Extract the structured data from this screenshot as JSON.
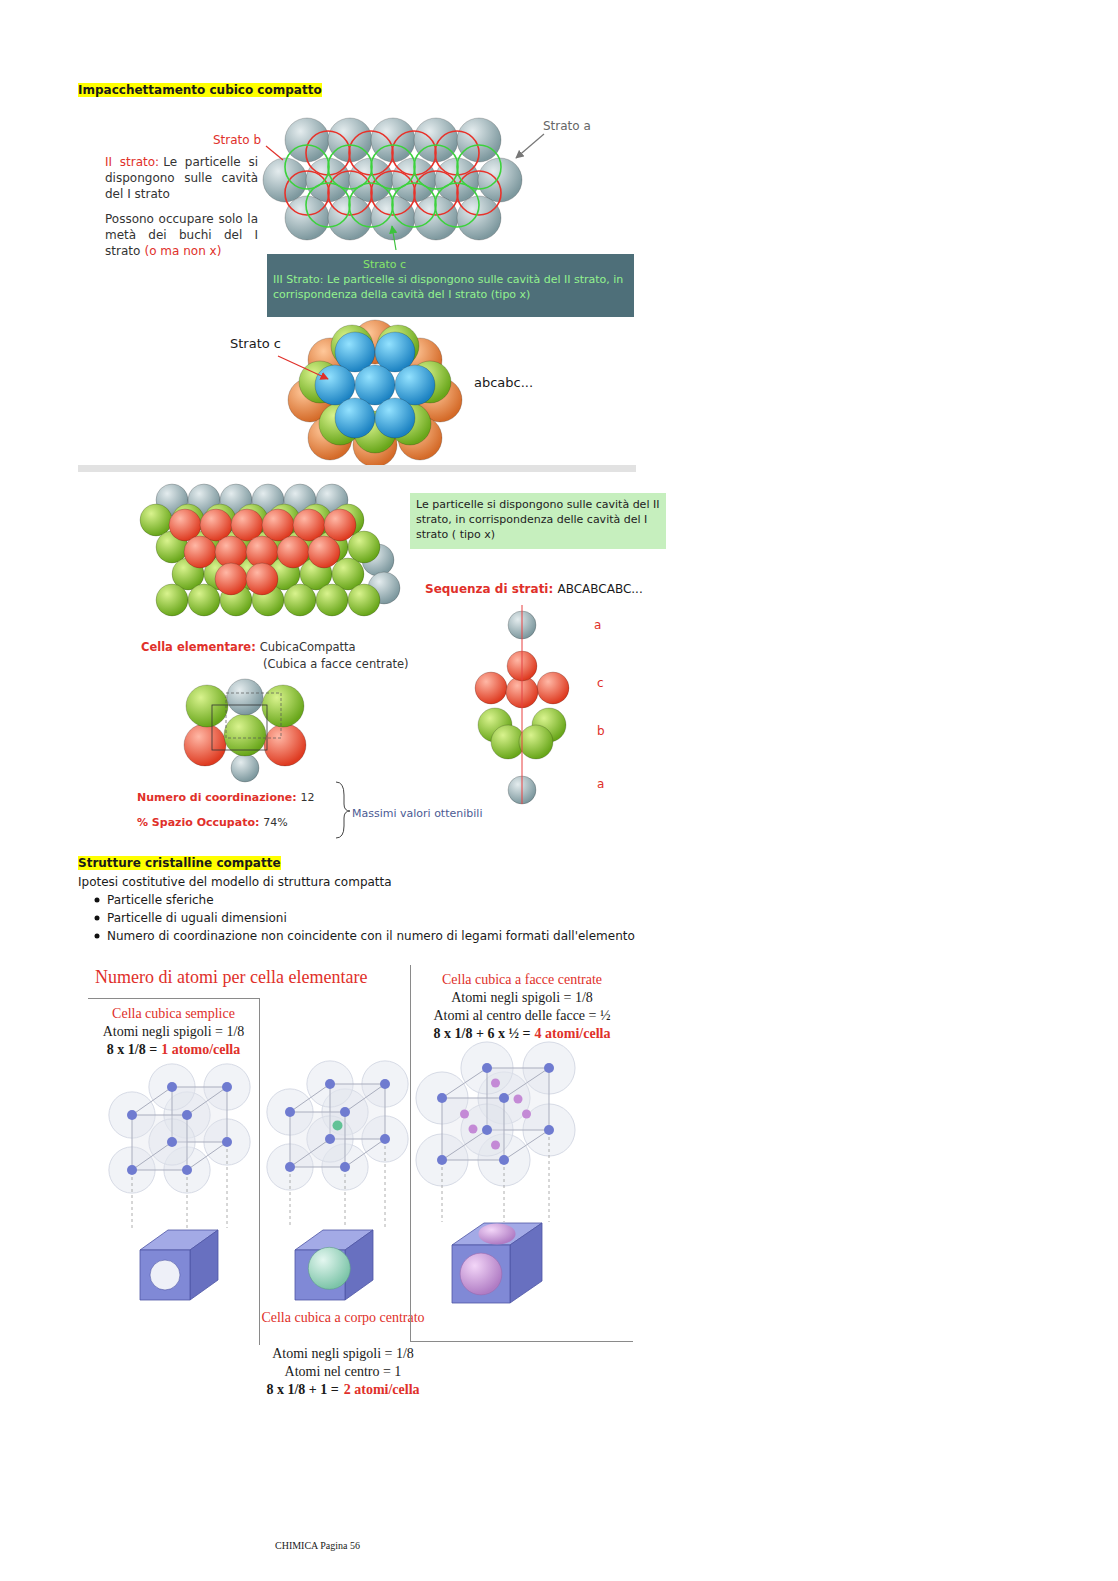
{
  "diagram": {
    "nodes": [
      {
        "text": [
          "Strato c",
          "III Strato: Le particelle si dispongono sulle cavità del II strato, in corrispondenza della cavità del I strato (tipo x)"
        ]
      },
      {
        "text": [
          "Le particelle si dispongono sulle cavità del II strato, in corrispondenza delle cavità del I strato ( tipo x)"
        ]
      },
      {
        "text": [
          "Cella cubica semplice",
          "Atomi negli spigoli = 1/8",
          "8 x 1/8 =",
          "1 atomo/cella"
        ]
      },
      {
        "text": [
          "Cella cubica a facce centrate",
          "Atomi negli spigoli = 1/8",
          "Atomi al centro delle facce = ½",
          "8 x 1/8 + 6 x ½ =",
          "4 atomi/cella"
        ]
      }
    ],
    "labels": [
      "Impacchettamento cubico compatto",
      "Strato b",
      "II strato:",
      "Le particelle si dispongono sulle cavità del I strato",
      "Possono occupare solo la metà dei buchi del I strato",
      "(o ma non x)",
      "Strato a",
      "Strato c",
      "abcabc...",
      "Sequenza di strati:",
      "ABCABCABC...",
      "Cella elementare:",
      "CubicaCompatta",
      "(Cubica a facce centrate)",
      "a",
      "c",
      "b",
      "a",
      "Numero di coordinazione:",
      "12",
      "% Spazio Occupato:",
      "74%",
      "Massimi valori ottenibili",
      "Strutture cristalline compatte",
      "Ipotesi costitutive del modello di struttura compatta",
      "Particelle sferiche",
      "Particelle di uguali dimensioni",
      "Numero di coordinazione non coincidente con il numero di legami formati dall'elemento",
      "Numero di atomi per cella elementare",
      "Cella cubica a corpo centrato",
      "Atomi negli spigoli = 1/8",
      "Atomi nel centro = 1",
      "8 x 1/8 + 1 =",
      "2 atomi/cella",
      "CHIMICA Pagina 56"
    ]
  }
}
